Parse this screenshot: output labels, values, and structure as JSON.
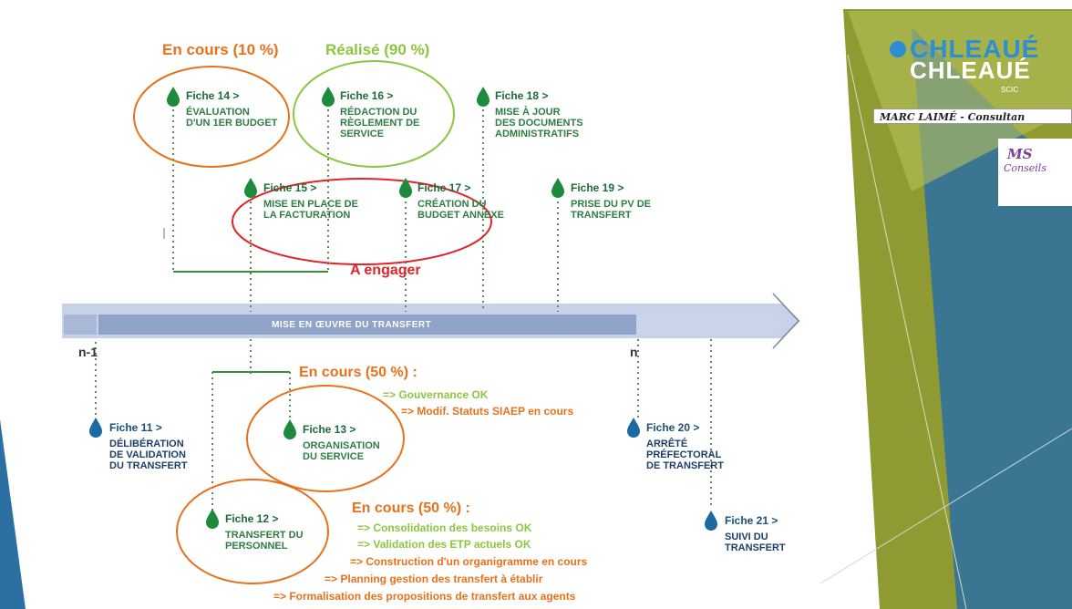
{
  "colors": {
    "green": "#1e8a3c",
    "orange": "#e8711b",
    "lightgreen": "#8cc63f",
    "red": "#e0242a",
    "bar": "#8fa2c8",
    "text": "#2e7d43",
    "olive": "#8f9b32",
    "blue": "#1b6aa0"
  },
  "status": {
    "en_cours_10": "En cours (10 %)",
    "realise_90": "Réalisé (90 %)",
    "a_engager": "A engager",
    "en_cours_50a": "En cours (50 %) :",
    "en_cours_50b": "En cours (50 %) :"
  },
  "timeline": {
    "bar_label": "MISE EN ŒUVRE DU TRANSFERT",
    "n_minus_1": "n-1",
    "n": "n"
  },
  "fiches": {
    "f11": {
      "label": "Fiche 11  >",
      "desc": [
        "DÉLIBÉRATION",
        "DE VALIDATION",
        "DU TRANSFERT"
      ]
    },
    "f12": {
      "label": "Fiche 12  >",
      "desc": [
        "TRANSFERT DU",
        "PERSONNEL"
      ]
    },
    "f13": {
      "label": "Fiche 13  >",
      "desc": [
        "ORGANISATION",
        "DU SERVICE"
      ]
    },
    "f14": {
      "label": "Fiche 14  >",
      "desc": [
        "ÉVALUATION",
        "D'UN 1ER BUDGET"
      ]
    },
    "f15": {
      "label": "Fiche 15  >",
      "desc": [
        "MISE EN PLACE DE",
        "LA FACTURATION"
      ]
    },
    "f16": {
      "label": "Fiche 16  >",
      "desc": [
        "RÉDACTION DU",
        "RÈGLEMENT DE",
        "SERVICE"
      ]
    },
    "f17": {
      "label": "Fiche 17  >",
      "desc": [
        "CRÉATION DU",
        "BUDGET ANNEXE"
      ]
    },
    "f18": {
      "label": "Fiche 18  >",
      "desc": [
        "MISE À JOUR",
        "DES DOCUMENTS",
        "ADMINISTRATIFS"
      ]
    },
    "f19": {
      "label": "Fiche 19  >",
      "desc": [
        "PRISE DU PV DE",
        "TRANSFERT"
      ]
    },
    "f20": {
      "label": "Fiche 20  >",
      "desc": [
        "ARRÊTÉ",
        "PRÉFECTORAL",
        "DE TRANSFERT"
      ]
    },
    "f21": {
      "label": "Fiche 21  >",
      "desc": [
        "SUIVI DU",
        "TRANSFERT"
      ]
    }
  },
  "notes13": {
    "n1": "=> Gouvernance OK",
    "n2": "=> Modif. Statuts SIAEP en cours"
  },
  "notes12": {
    "n1": "=> Consolidation des besoins OK",
    "n2": "=> Validation des ETP actuels OK",
    "n3": "=> Construction d'un organigramme en cours",
    "n4": "=> Planning gestion des transfert à établir",
    "n5": "=> Formalisation des propositions de transfert aux agents"
  },
  "branding": {
    "logo_top": "CHLEAUÉ",
    "logo_main": "CHLEAUÉ",
    "scic": "SCIC",
    "consultant": "MARC LAIMÉ - Consultan",
    "ms": "MS",
    "conseils": "Conseils"
  }
}
